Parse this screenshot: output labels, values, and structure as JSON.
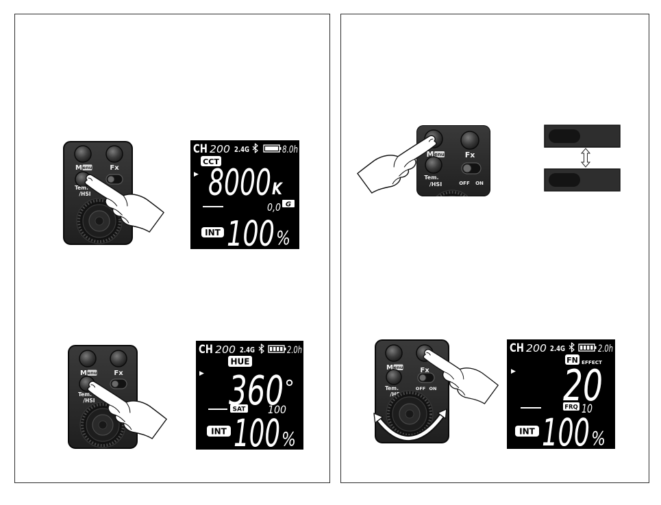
{
  "controller": {
    "menu_prefix": "M",
    "menu_suffix": "enu",
    "fx": "Fx",
    "tem": "Tem.",
    "hsi": "/HSI",
    "off": "OFF",
    "on": "ON"
  },
  "displays": {
    "cct": {
      "ch_label": "CH",
      "ch_value": "200",
      "band": "2.4G",
      "battery_time": "8.0h",
      "mode_label": "CCT",
      "cursor": "▶",
      "main_value": "8000",
      "main_unit": "K",
      "sub_value": "0,0",
      "sub_label": "G",
      "int_label": "INT",
      "int_value": "100",
      "int_unit": "%"
    },
    "hsi": {
      "ch_label": "CH",
      "ch_value": "200",
      "band": "2.4G",
      "battery_time": "2.0h",
      "mode_label": "HUE",
      "cursor": "▶",
      "main_value": "360",
      "main_unit": "°",
      "sub_label": "SAT",
      "sub_value": "100",
      "int_label": "INT",
      "int_value": "100",
      "int_unit": "%"
    },
    "effect": {
      "ch_label": "CH",
      "ch_value": "200",
      "band": "2.4G",
      "battery_time": "2.0h",
      "mode_label": "FN",
      "mode_sublabel": "EFFECT",
      "cursor": "▶",
      "main_value": "20",
      "sub_label": "FRQ",
      "sub_value": "10",
      "int_label": "INT",
      "int_value": "100",
      "int_unit": "%"
    }
  },
  "icons": {
    "bluetooth": "bluetooth-icon",
    "battery": "battery-icon",
    "hand": "pointing-hand-icon",
    "rotate": "rotate-arrow-icon",
    "toggle": "double-arrow-icon"
  },
  "colors": {
    "page_background": "#ffffff",
    "lcd_background": "#000000",
    "lcd_text": "#ffffff",
    "controller_body": "#2b2b2b",
    "panel_border": "#2a2a2a"
  }
}
